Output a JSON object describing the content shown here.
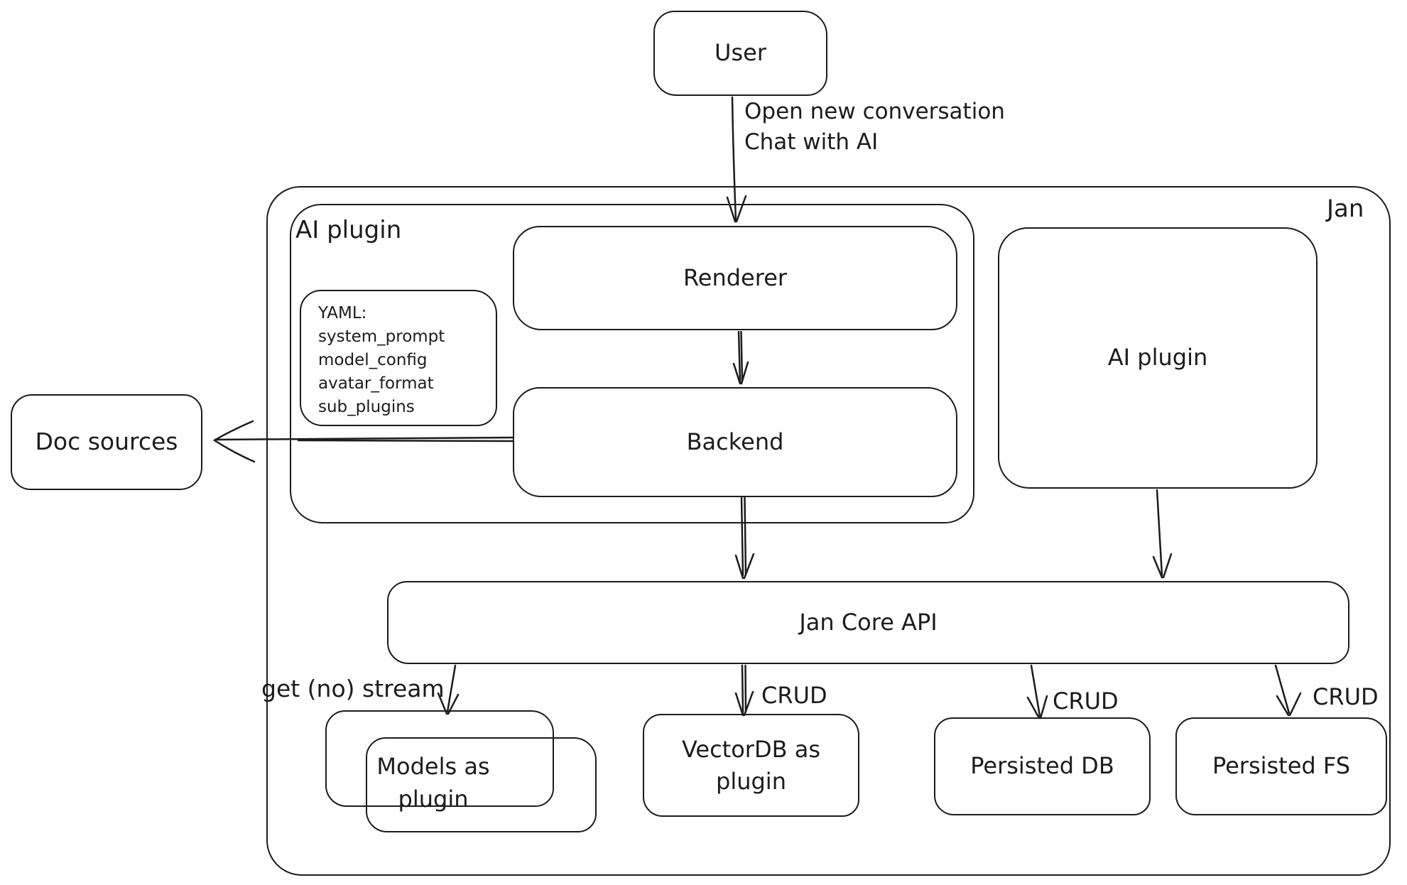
{
  "diagram": {
    "colors": {
      "stroke": "#1c1c1c",
      "background": "#ffffff"
    },
    "nodes": {
      "user": {
        "label": "User"
      },
      "jan_container": {
        "title": "Jan"
      },
      "ai_plugin_group": {
        "title": "AI plugin"
      },
      "renderer": {
        "label": "Renderer"
      },
      "backend": {
        "label": "Backend"
      },
      "yaml_note": {
        "lines": [
          "YAML:",
          "system_prompt",
          "model_config",
          "avatar_format",
          "sub_plugins"
        ]
      },
      "doc_sources": {
        "label": "Doc sources"
      },
      "ai_plugin_node": {
        "label": "AI plugin"
      },
      "jan_core_api": {
        "label": "Jan Core API"
      },
      "models_plugin": {
        "label": "Models as\nplugin"
      },
      "vectordb_plugin": {
        "label": "VectorDB as\nplugin"
      },
      "persisted_db": {
        "label": "Persisted DB"
      },
      "persisted_fs": {
        "label": "Persisted FS"
      }
    },
    "edges": {
      "user_to_renderer": {
        "label": "Open new conversation\nChat with AI"
      },
      "api_to_models": {
        "label": "get (no) stream"
      },
      "api_to_vectordb": {
        "label": "CRUD"
      },
      "api_to_persisted_db": {
        "label": "CRUD"
      },
      "api_to_persisted_fs": {
        "label": "CRUD"
      }
    }
  }
}
